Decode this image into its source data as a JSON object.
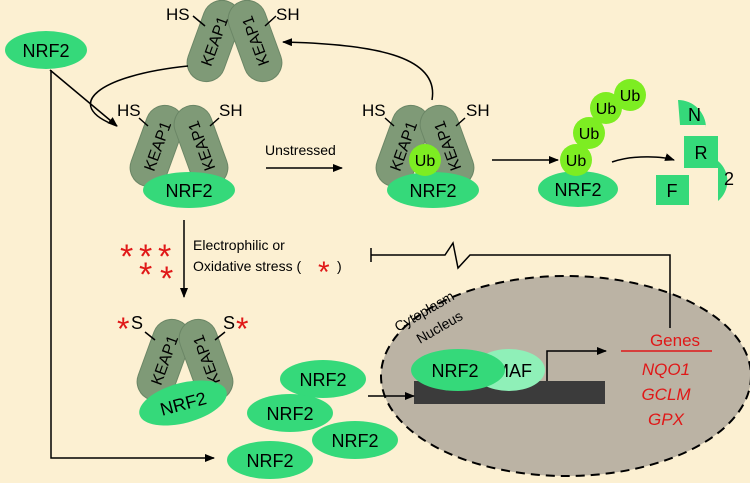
{
  "protein": {
    "nrf2": "NRF2",
    "keap1": "KEAP1",
    "ub": "Ub",
    "maf": "MAF"
  },
  "thiol": {
    "reduced": "HS",
    "reduced_right": "SH",
    "modified": "S"
  },
  "labels": {
    "unstressed": "Unstressed",
    "stress_line1": "Electrophilic or",
    "stress_line2": "Oxidative stress (",
    "stress_close": ")",
    "cytoplasm": "Cytoplasm",
    "nucleus": "Nucleus",
    "genes_title": "Genes",
    "genes": [
      "NQO1",
      "GCLM",
      "GPX"
    ],
    "asterisk": "*"
  },
  "fragments": [
    "N",
    "R",
    "F",
    "2"
  ],
  "colors": {
    "background": "#fcf0d2",
    "keap1": "#7f9a77",
    "nrf2": "#35d97a",
    "ub": "#7ded22",
    "maf": "#8ff0b8",
    "nucleus": "#bbb3a4",
    "dna": "#3b3b3b",
    "stress": "#e01818"
  }
}
